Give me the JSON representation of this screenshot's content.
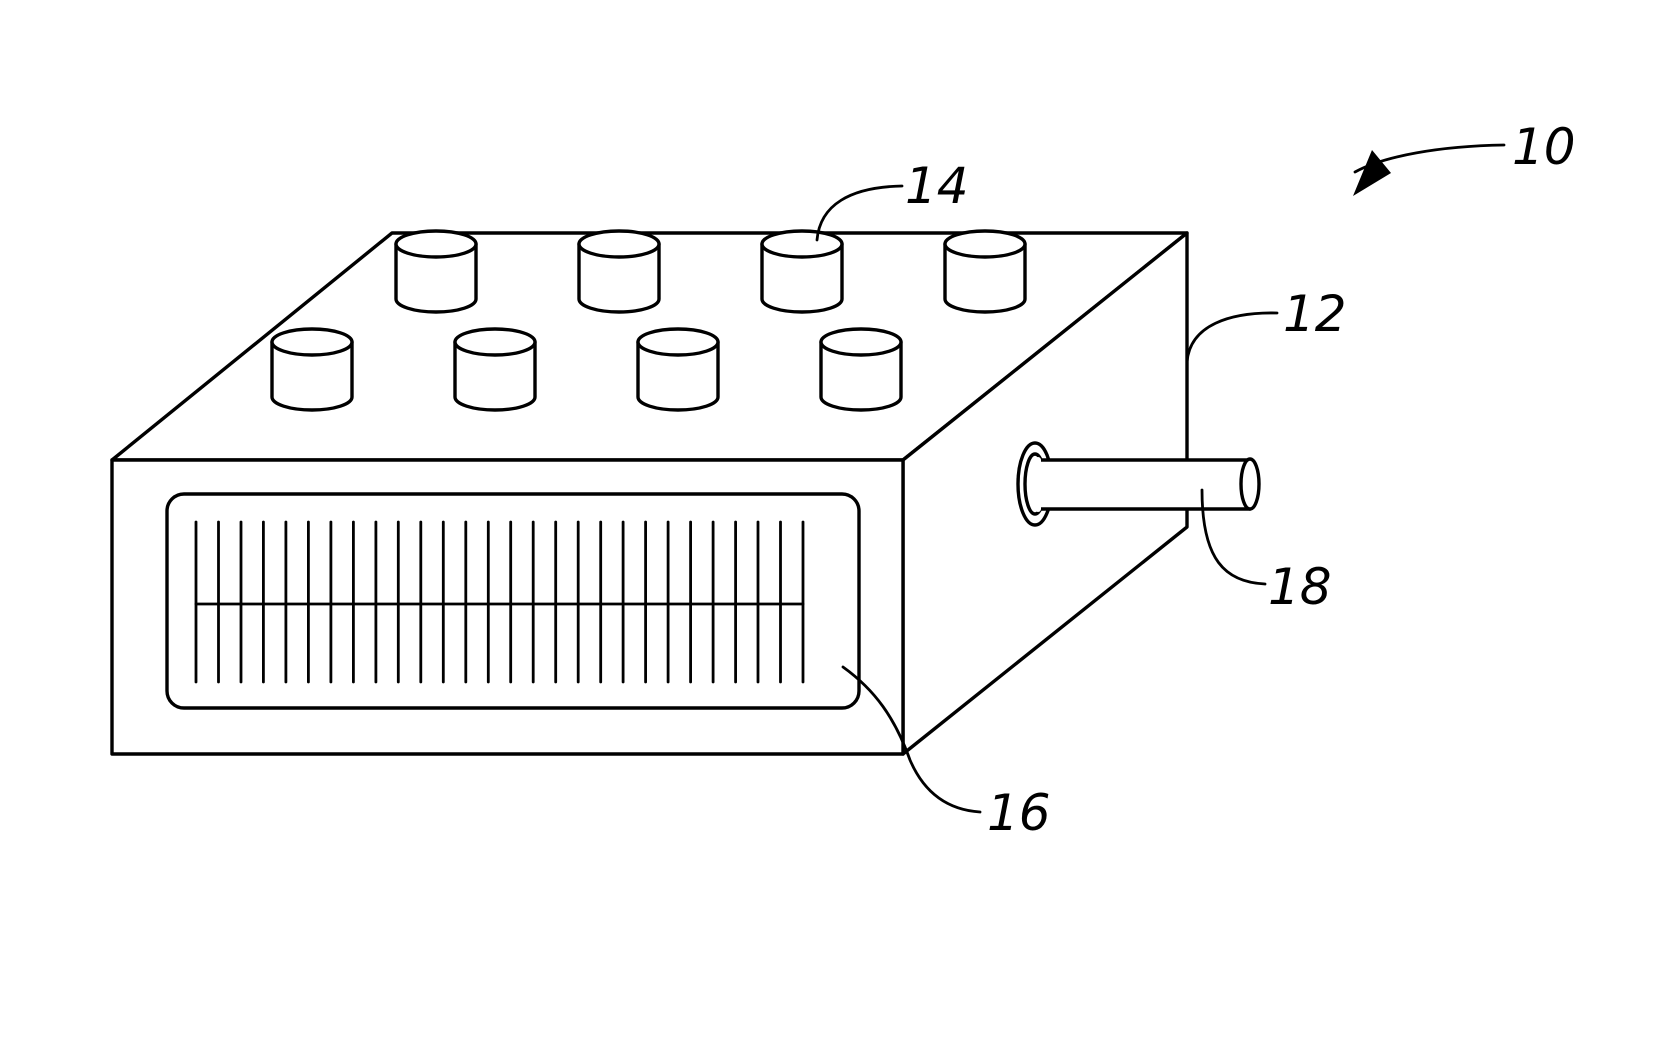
{
  "figure": {
    "reference_numerals": {
      "device": "10",
      "housing": "12",
      "knob": "14",
      "display": "16",
      "shaft": "18"
    },
    "knob_rows": [
      {
        "row": "back",
        "count": 4
      },
      {
        "row": "front",
        "count": 4
      }
    ],
    "display_tick_count": 28,
    "colors": {
      "line": "#000000",
      "background": "#ffffff"
    }
  }
}
